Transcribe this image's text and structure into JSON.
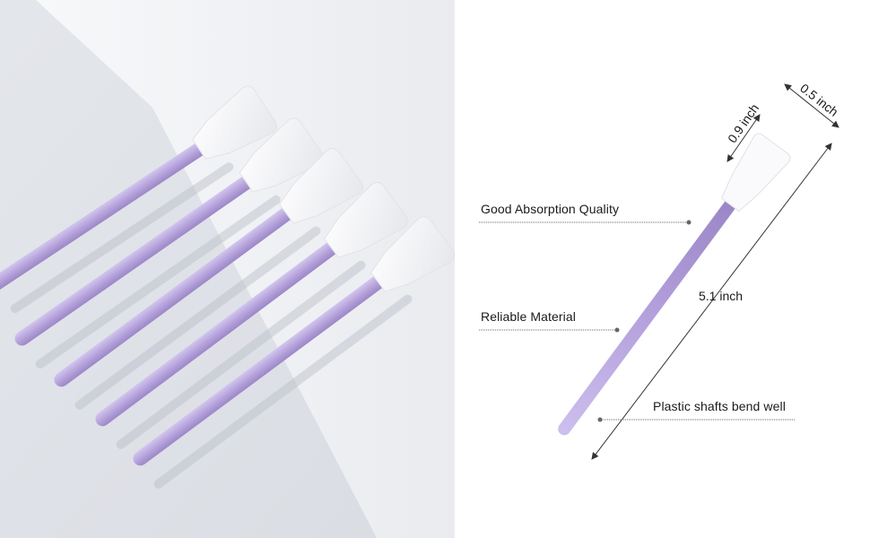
{
  "colors": {
    "shaft": "#b7a4dc",
    "shaft_highlight": "#cfc0ec",
    "shaft_shadow": "#9d88c6",
    "foam": "#fbfbfd",
    "background_left": "#dfe2e8",
    "background_step": "#f2f3f6",
    "line": "#555555"
  },
  "labels": {
    "absorption": "Good Absorption Quality",
    "material": "Reliable Material",
    "bend": "Plastic shafts bend well"
  },
  "dimensions": {
    "head_length": "0.9 inch",
    "head_width": "0.5 inch",
    "total_length": "5.1 inch"
  }
}
